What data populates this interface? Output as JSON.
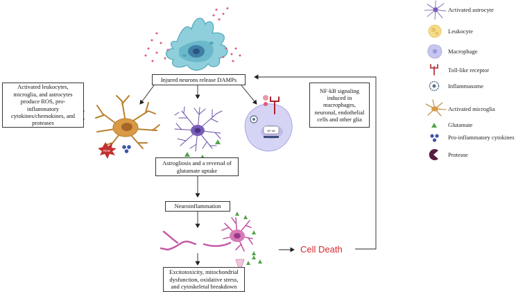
{
  "diagram": {
    "top_box": "Injured neurons release DAMPs",
    "left_box": "Activated leukocytes, microglia, and astrocytes produce ROS, pro-inflammatory cytokines/chemokines, and proteases",
    "right_box": "NF-kB signaling induced in macrophages, neuronal, endothelial cells and other glia",
    "astrogliosis_box": "Astrogliosis and a reversal of glutamate uptake",
    "neuroinflammation_box": "Neuroinflammation",
    "excitotoxicity_box": "Excitotoxicity, mitochondrial dysfunction, oxidative stress, and cytoskeletal breakdown",
    "cell_death": "Cell Death",
    "ros_label": "ROS",
    "nfkb_label": "NF-kB"
  },
  "legend": [
    {
      "icon": "activated-astrocyte",
      "label": "Activated astrocyte"
    },
    {
      "icon": "leukocyte",
      "label": "Leukocyte"
    },
    {
      "icon": "macrophage",
      "label": "Macrophage"
    },
    {
      "icon": "toll-like-receptor",
      "label": "Toll-like receptor"
    },
    {
      "icon": "inflammasome",
      "label": "Inflammasome"
    },
    {
      "icon": "activated-microglia",
      "label": "Activated microglia"
    },
    {
      "icon": "glutamate",
      "label": "Glutamate"
    },
    {
      "icon": "pro-inflammatory-cytokines",
      "label": "Pro-inflammatory cytokines"
    },
    {
      "icon": "protease",
      "label": "Protease"
    }
  ],
  "colors": {
    "astrocyte": "#6a4ea8",
    "leukocyte": "#f5dd8a",
    "macrophage": "#c7c6ef",
    "receptor": "#b0202a",
    "inflammasome": "#5a6f86",
    "microglia": "#d09a45",
    "glutamate": "#52a347",
    "cytokine": "#3c55a8",
    "protease": "#5a1c3d",
    "injured_neuron": "#4fa7b8",
    "damps": "#e05a7a",
    "neuron": "#c45aa6",
    "death_text": "#d8262c"
  }
}
